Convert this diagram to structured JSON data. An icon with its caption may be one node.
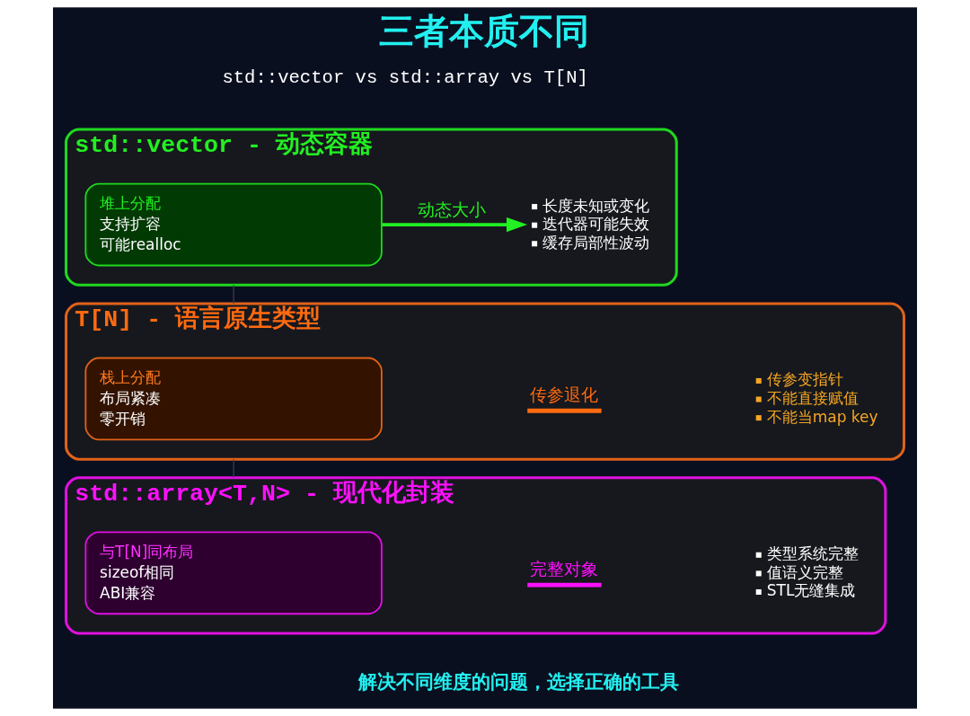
{
  "diagram": {
    "title": "三者本质不同",
    "nodes": [
      {
        "text": [
          "std::vector - 动态容器"
        ]
      },
      {
        "text": [
          "堆上分配",
          "支持扩容",
          "可能realloc"
        ],
        "in": 0
      },
      {
        "text": [
          "长度未知或变化",
          "迭代器可能失效",
          "缓存局部性波动"
        ],
        "in": 0
      },
      {
        "text": [
          "T[N] - 语言原生类型"
        ]
      },
      {
        "text": [
          "栈上分配",
          "布局紧凑",
          "零开销"
        ],
        "in": 3
      },
      {
        "text": [
          "传参变指针",
          "不能直接赋值",
          "不能当map key"
        ],
        "in": 3
      },
      {
        "text": [
          "std::array<T,N> - 现代化封装"
        ]
      },
      {
        "text": [
          "与T[N]同布局",
          "sizeof相同",
          "ABI兼容"
        ],
        "in": 6
      },
      {
        "text": [
          "类型系统完整",
          "值语义完整",
          "STL无缝集成"
        ],
        "in": 6
      }
    ],
    "edges": [
      {
        "from": 1,
        "to": 2,
        "arrow": "to",
        "label": "动态大小",
        "style": "thick",
        "color": "#22f022"
      },
      {
        "from": 0,
        "to": 3,
        "arrow": "none"
      },
      {
        "from": 3,
        "to": 6,
        "arrow": "none"
      }
    ],
    "labels": [
      "std::vector vs std::array vs T[N]",
      "传参退化",
      "完整对象",
      "解决不同维度的问题，选择正确的工具"
    ]
  }
}
